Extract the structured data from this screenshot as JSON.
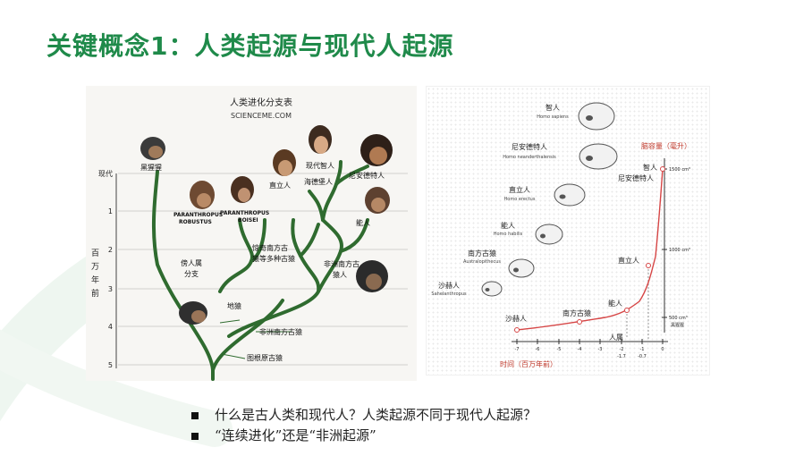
{
  "title": "关键概念1：人类起源与现代人起源",
  "tree": {
    "title": "人类进化分支表",
    "subtitle": "SCIENCEME.COM",
    "axis_label": [
      "百",
      "万",
      "年",
      "前"
    ],
    "ticks": [
      "现代",
      "1",
      "2",
      "3",
      "4",
      "5"
    ],
    "labels": {
      "chimp": "黑猩猩",
      "modern": "现代智人",
      "neanderthal": "尼安德特人",
      "erectus": "直立人",
      "heidel": "海德堡人",
      "robustus": "PARANTHROPUS\nROBUSTUS",
      "boisei": "PARANTHROPUS\nBOISEI",
      "habilis": "能人",
      "afarensis": "惊奇南方古\n猿等多种古猿",
      "paranthropus_group": "傍人属\n分支",
      "african_aus": "非洲南方古\n猿人",
      "ardi": "地猿",
      "anamensis": "非洲南方古猿",
      "orrorin": "图根原古猿"
    }
  },
  "brain": {
    "title": "脑容量（毫升）",
    "xlabel": "时间（百万年前）",
    "species": [
      {
        "cn": "智人",
        "en": "Homo sapiens"
      },
      {
        "cn": "尼安德特人",
        "en": "Homo neanderthalensis"
      },
      {
        "cn": "直立人",
        "en": "Homo erectus"
      },
      {
        "cn": "能人",
        "en": "Homo habilis"
      },
      {
        "cn": "南方古猿",
        "en": "Australopithecus"
      },
      {
        "cn": "沙赫人",
        "en": "Sahelanthropus"
      }
    ],
    "curve_labels": {
      "sahel": "沙赫人",
      "austral": "南方古猿",
      "habilis": "能人",
      "erectus": "直立人",
      "sapiens": "智人",
      "neander": "尼安德特人",
      "genus": "人属"
    },
    "y_ticks": [
      "1500 cm³",
      "1000 cm³",
      "500 cm³"
    ],
    "y_note": "黑猩猩",
    "x_ticks": [
      "-7",
      "-6",
      "-5",
      "-4",
      "-3",
      "-2",
      "-1",
      "0"
    ],
    "x_extra": [
      "-1.7",
      "-0.7"
    ]
  },
  "bullets": [
    "什么是古人类和现代人？人类起源不同于现代人起源？",
    "“连续进化”还是“非洲起源”"
  ]
}
